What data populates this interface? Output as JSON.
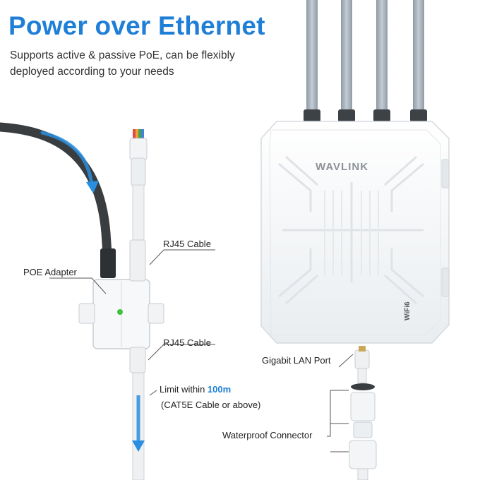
{
  "header": {
    "title": "Power over Ethernet",
    "subtitle": "Supports active & passive PoE, can be flexibly deployed according to your needs"
  },
  "labels": {
    "poe_adapter": "POE Adapter",
    "rj45_cable_top": "RJ45 Cable",
    "rj45_cable_bottom": "RJ45 Cable",
    "limit_prefix": "Limit within ",
    "limit_value": "100m",
    "limit_note": "(CAT5E Cable or above)",
    "gigabit_lan_port": "Gigabit LAN Port",
    "waterproof_connector": "Waterproof Connector"
  },
  "device": {
    "brand": "WAVLINK",
    "wifi_badge": "WiFi6"
  },
  "colors": {
    "title": "#1f7fd6",
    "flow_arrow": "#2a8fe0",
    "antenna": "#a9b3bc",
    "led": "#3cc23c"
  }
}
